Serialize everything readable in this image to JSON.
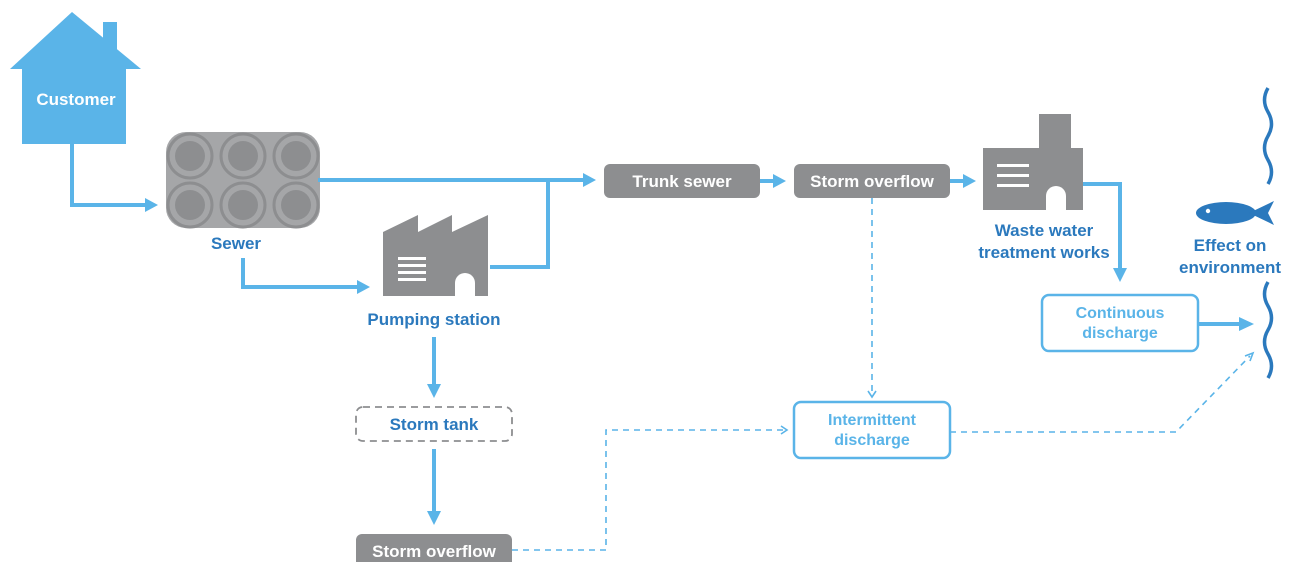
{
  "colors": {
    "flow": "#5ab4e8",
    "label_blue": "#2b79bd",
    "node_grey": "#8d8e90",
    "pipe_grey": "#a5a6a8",
    "house": "#5ab4e8",
    "fish": "#2b79bd"
  },
  "nodes": {
    "customer": "Customer",
    "sewer": "Sewer",
    "pumping_station": "Pumping station",
    "trunk_sewer": "Trunk sewer",
    "storm_overflow_main": "Storm overflow",
    "wwtw_line1": "Waste water",
    "wwtw_line2": "treatment works",
    "environment_line1": "Effect on",
    "environment_line2": "environment",
    "continuous_line1": "Continuous",
    "continuous_line2": "discharge",
    "intermittent_line1": "Intermittent",
    "intermittent_line2": "discharge",
    "storm_tank": "Storm tank",
    "storm_overflow_lower": "Storm overflow"
  },
  "icons": [
    "house-icon",
    "pipes-icon",
    "factory-icon",
    "treatment-works-icon",
    "fish-icon",
    "river-icon"
  ]
}
